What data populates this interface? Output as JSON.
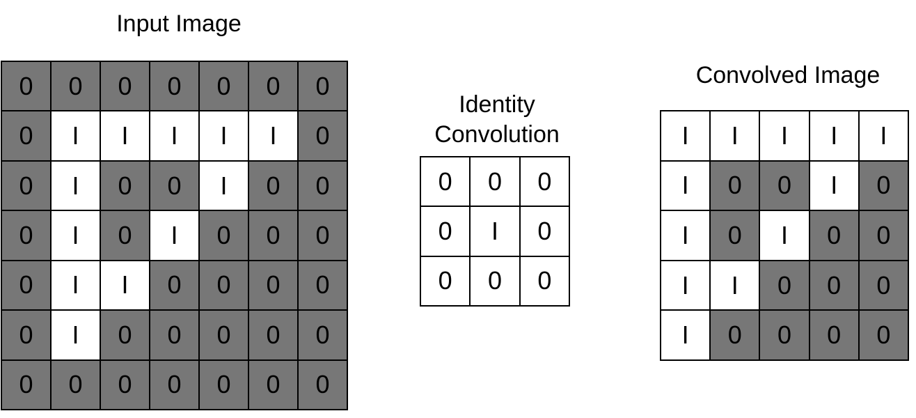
{
  "input": {
    "title": "Input Image",
    "grid": [
      [
        "0",
        "0",
        "0",
        "0",
        "0",
        "0",
        "0"
      ],
      [
        "0",
        "I",
        "I",
        "I",
        "I",
        "I",
        "0"
      ],
      [
        "0",
        "I",
        "0",
        "0",
        "I",
        "0",
        "0"
      ],
      [
        "0",
        "I",
        "0",
        "I",
        "0",
        "0",
        "0"
      ],
      [
        "0",
        "I",
        "I",
        "0",
        "0",
        "0",
        "0"
      ],
      [
        "0",
        "I",
        "0",
        "0",
        "0",
        "0",
        "0"
      ],
      [
        "0",
        "0",
        "0",
        "0",
        "0",
        "0",
        "0"
      ]
    ]
  },
  "kernel": {
    "title_line1": "Identity",
    "title_line2": "Convolution",
    "grid": [
      [
        "0",
        "0",
        "0"
      ],
      [
        "0",
        "I",
        "0"
      ],
      [
        "0",
        "0",
        "0"
      ]
    ]
  },
  "output": {
    "title": "Convolved Image",
    "grid": [
      [
        "I",
        "I",
        "I",
        "I",
        "I"
      ],
      [
        "I",
        "0",
        "0",
        "I",
        "0"
      ],
      [
        "I",
        "0",
        "I",
        "0",
        "0"
      ],
      [
        "I",
        "I",
        "0",
        "0",
        "0"
      ],
      [
        "I",
        "0",
        "0",
        "0",
        "0"
      ]
    ]
  },
  "colors": {
    "zero_cell": "#777777",
    "one_cell": "#ffffff",
    "border": "#000000"
  }
}
